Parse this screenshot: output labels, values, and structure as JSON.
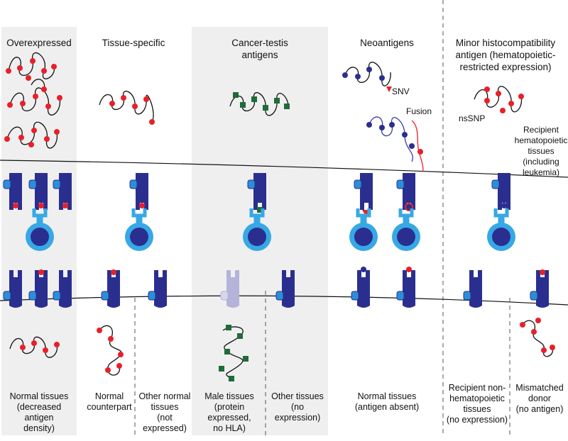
{
  "columns": [
    {
      "id": "overexpressed",
      "title": "Overexpressed",
      "bottom_labels": [
        "Normal tissues\n(decreased antigen\ndensity)"
      ]
    },
    {
      "id": "tissue-specific",
      "title": "Tissue-specific",
      "bottom_labels": [
        "Normal\ncounterpart",
        "Other normal\ntissues\n(not expressed)"
      ]
    },
    {
      "id": "cancer-testis",
      "title": "Cancer-testis\nantigens",
      "bottom_labels": [
        "Male tissues\n(protein expressed,\nno HLA)",
        "Other tissues\n(no expression)"
      ]
    },
    {
      "id": "neoantigens",
      "title": "Neoantigens",
      "bottom_labels": [
        "Normal tissues\n(antigen absent)"
      ]
    },
    {
      "id": "minor-histocompatibility",
      "title": "Minor histocompatibility\nantigen (hematopoietic-\nrestricted expression)",
      "bottom_labels": [
        "Recipient non-\nhematopoietic\ntissues\n(no expression)",
        "Mismatched\ndonor\n(no antigen)"
      ]
    }
  ],
  "annotations": {
    "snv": "SNV",
    "fusion": "Fusion",
    "nssnp": "nsSNP",
    "recipient_tissues": "Recipient\nhematopoietic\ntissues\n(including\nleukemia)"
  },
  "colors": {
    "panel_shade": "#efefef",
    "hla_dark": "#2a2f8f",
    "hla_light_blue": "#2b8fd6",
    "tcr_light": "#37a8e6",
    "tcr_core": "#2a2f8f",
    "antigen_red": "#e8202a",
    "cancer_testis_green": "#1f6b3a",
    "faded_hla": "#b5b3d9",
    "protein_line": "#111111",
    "fusion_blue": "#3a3aa8"
  }
}
